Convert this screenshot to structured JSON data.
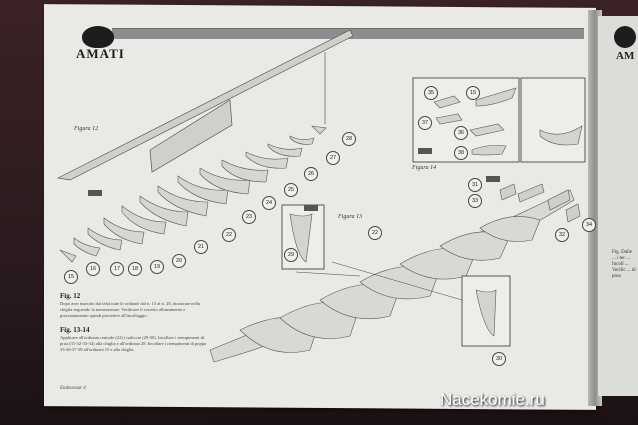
{
  "brand": "AMATI",
  "right_page_brand": "AM",
  "figures": {
    "fig12_label": "Figura 12",
    "fig13_label": "Figura 13",
    "fig14_label": "Figura 14"
  },
  "captions": {
    "fig12_title": "Fig. 12",
    "fig12_text": "Dopo aver marcato dai telai tutte le ordinate dal n. 15 al n. 28, incastrate nella chiglia seguendo la numerazione. Verificare il corretto allineamento e posizionamento quindi procedere all'incollaggio.",
    "fig1314_title": "Fig. 13-14",
    "fig1314_text": "Applicare all'ordinata centrale (22) i traliccio (29-30). Incollare i riempimenti di prua (31-32-33-34) alla chiglia e all'ordinata 28. Incollare i riempimenti di poppa 35-36-37-38 all'ordinata 15 e alla chiglia."
  },
  "callouts": {
    "fig12": [
      "15",
      "16",
      "17",
      "18",
      "19",
      "20",
      "21",
      "22",
      "23",
      "24",
      "25",
      "26",
      "27",
      "28"
    ],
    "fig13": [
      "22",
      "29",
      "30",
      "31",
      "32",
      "33",
      "34"
    ],
    "fig14": [
      "35",
      "15",
      "37",
      "36",
      "38"
    ]
  },
  "footer": "Endeavour 4",
  "right_page_text": "Fig. Dalle ... i ter ... Incoll ... Verific ... di poss",
  "watermark": "Nacekomie.ru"
}
